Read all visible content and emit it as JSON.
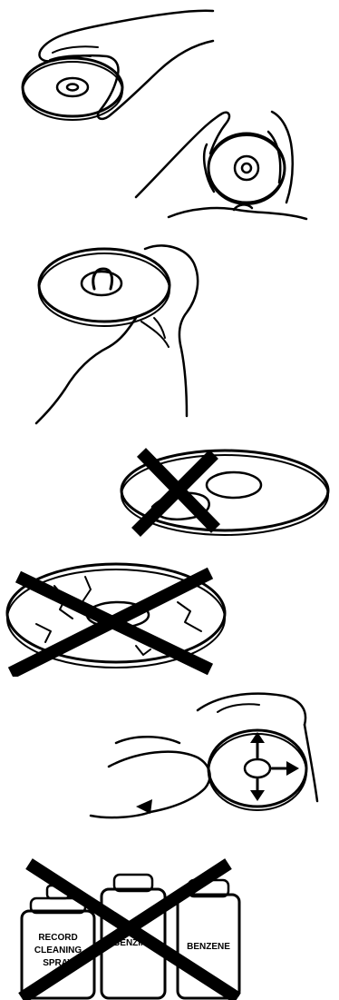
{
  "figure": {
    "panels": [
      {
        "id": "hold-disc-edge",
        "prohibited": false
      },
      {
        "id": "hold-disc-both-hands",
        "prohibited": false
      },
      {
        "id": "hold-disc-center-hole",
        "prohibited": false
      },
      {
        "id": "no-sticker-on-disc",
        "prohibited": true
      },
      {
        "id": "no-cracked-disc",
        "prohibited": true
      },
      {
        "id": "wipe-disc-radially",
        "prohibited": false
      },
      {
        "id": "no-cleaning-sprays",
        "prohibited": true
      }
    ],
    "spray_cans": [
      {
        "label_lines": [
          "RECORD",
          "CLEANING",
          "SPRAY"
        ]
      },
      {
        "label_lines": [
          "BENZINE"
        ]
      },
      {
        "label_lines": [
          "BENZENE"
        ]
      }
    ],
    "colors": {
      "ink": "#000000",
      "background": "#ffffff"
    }
  }
}
